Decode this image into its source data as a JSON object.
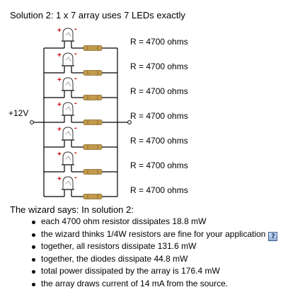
{
  "title": "Solution 2: 1 x 7 array uses 7 LEDs exactly",
  "supply_label": "+12V",
  "resistor_labels": [
    "R = 4700 ohms",
    "R = 4700 ohms",
    "R = 4700 ohms",
    "R = 4700 ohms",
    "R = 4700 ohms",
    "R = 4700 ohms",
    "R = 4700 ohms"
  ],
  "led_polarity": {
    "plus": "+",
    "minus": "-"
  },
  "wizard_intro": "The wizard says: In solution 2:",
  "bullets": [
    "each 4700 ohm resistor dissipates 18.8 mW",
    "the wizard thinks 1/4W resistors are fine for your application",
    "together, all resistors dissipate 131.6 mW",
    "together, the diodes dissipate 44.8 mW",
    "total power dissipated by the array is 176.4 mW",
    "the array draws current of 14 mA from the source."
  ],
  "help_icon": {
    "name": "help-icon",
    "glyph": "?"
  },
  "colors": {
    "polarity": "#cc0000",
    "resistor_body": "#c29a4c",
    "resistor_dark": "#8a6a2c",
    "wire": "#000000",
    "led_body": "#ffffff"
  }
}
